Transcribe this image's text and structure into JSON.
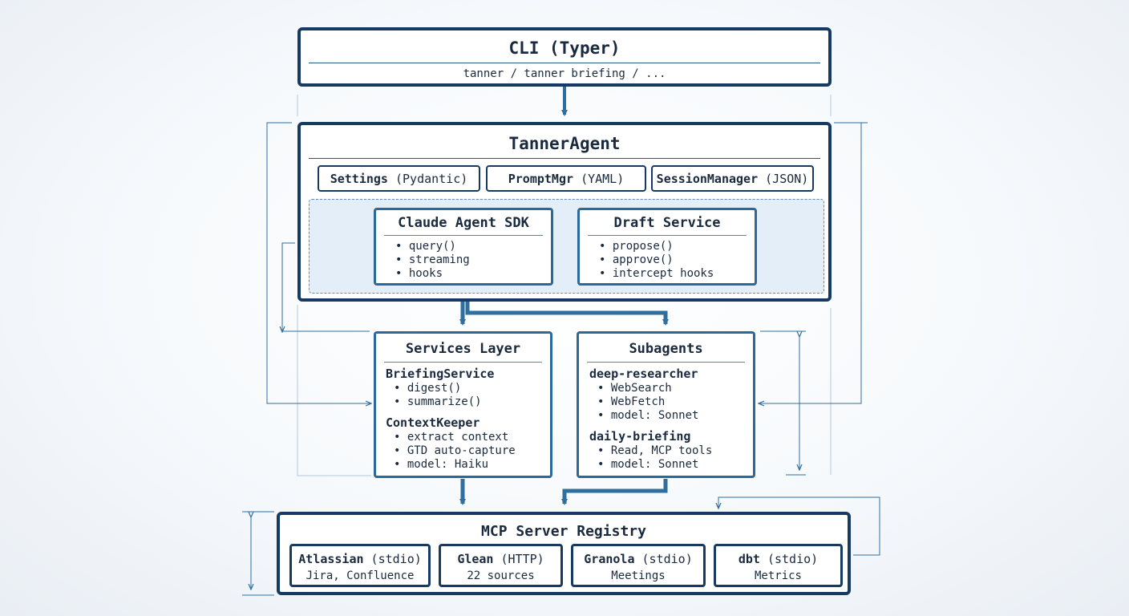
{
  "cli": {
    "title": "CLI (Typer)",
    "subtitle": "tanner / tanner briefing / ..."
  },
  "agent": {
    "title": "TannerAgent",
    "chips": [
      {
        "name": "Settings",
        "detail": "(Pydantic)"
      },
      {
        "name": "PromptMgr",
        "detail": "(YAML)"
      },
      {
        "name": "SessionManager",
        "detail": "(JSON)"
      }
    ],
    "sdk": {
      "title": "Claude Agent SDK",
      "items": [
        "query()",
        "streaming",
        "hooks"
      ]
    },
    "draft": {
      "title": "Draft Service",
      "items": [
        "propose()",
        "approve()",
        "intercept hooks"
      ]
    }
  },
  "services": {
    "title": "Services Layer",
    "groups": [
      {
        "name": "BriefingService",
        "items": [
          "digest()",
          "summarize()"
        ]
      },
      {
        "name": "ContextKeeper",
        "items": [
          "extract context",
          "GTD auto-capture",
          "model: Haiku"
        ]
      }
    ]
  },
  "subagents": {
    "title": "Subagents",
    "groups": [
      {
        "name": "deep-researcher",
        "items": [
          "WebSearch",
          "WebFetch",
          "model: Sonnet"
        ]
      },
      {
        "name": "daily-briefing",
        "items": [
          "Read, MCP tools",
          "model: Sonnet"
        ]
      }
    ]
  },
  "registry": {
    "title": "MCP Server Registry",
    "servers": [
      {
        "name": "Atlassian",
        "transport": "(stdio)",
        "detail": "Jira, Confluence"
      },
      {
        "name": "Glean",
        "transport": "(HTTP)",
        "detail": "22 sources"
      },
      {
        "name": "Granola",
        "transport": "(stdio)",
        "detail": "Meetings"
      },
      {
        "name": "dbt",
        "transport": "(stdio)",
        "detail": "Metrics"
      }
    ]
  },
  "colors": {
    "dark_border": "#163a62",
    "mid_border": "#2a6a9a",
    "arrow": "#2f6f9f",
    "zone_fill": "#e3eef8"
  }
}
